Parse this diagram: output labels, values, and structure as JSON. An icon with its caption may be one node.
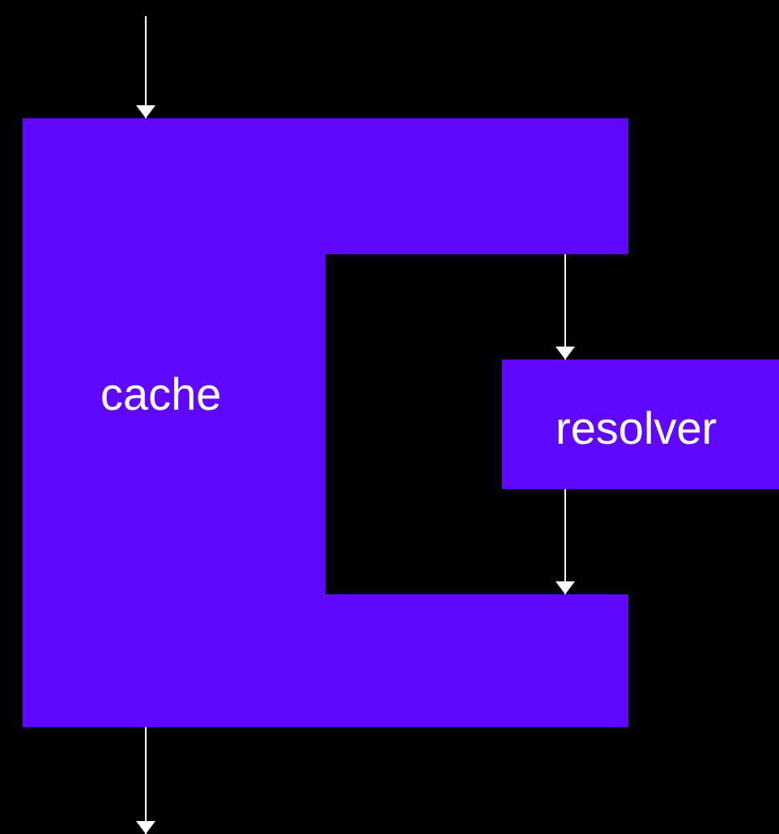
{
  "diagram": {
    "nodes": [
      {
        "text": [
          "cache"
        ]
      },
      {
        "text": [
          "resolver"
        ]
      }
    ],
    "edges": [
      {
        "from": null,
        "to": 0,
        "arrow": "to"
      },
      {
        "from": 0,
        "to": 1,
        "arrow": "to"
      },
      {
        "from": 1,
        "to": 0,
        "arrow": "to"
      },
      {
        "from": 0,
        "to": null,
        "arrow": "to"
      }
    ]
  }
}
